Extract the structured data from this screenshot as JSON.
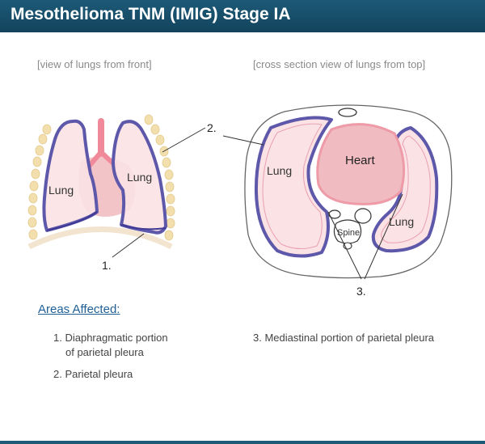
{
  "header": {
    "title": "Mesothelioma TNM (IMIG) Stage IA"
  },
  "captions": {
    "front": "[view of lungs from front]",
    "top": "[cross section view of lungs from top]"
  },
  "labels": {
    "lung": "Lung",
    "heart": "Heart",
    "spine": "Spine",
    "marker1": "1.",
    "marker2": "2.",
    "marker3": "3."
  },
  "areas": {
    "title": "Areas Affected:",
    "item1_line1": "1. Diaphragmatic portion",
    "item1_line2": "of parietal pleura",
    "item2": "2. Parietal pleura",
    "item3": "3. Mediastinal portion of parietal pleura"
  },
  "colors": {
    "header_bg": "#17506c",
    "pleura": "#5a55a8",
    "lung_fill": "#fbe4e6",
    "heart_fill": "#f0bcc2",
    "rib": "#f1dca9"
  }
}
